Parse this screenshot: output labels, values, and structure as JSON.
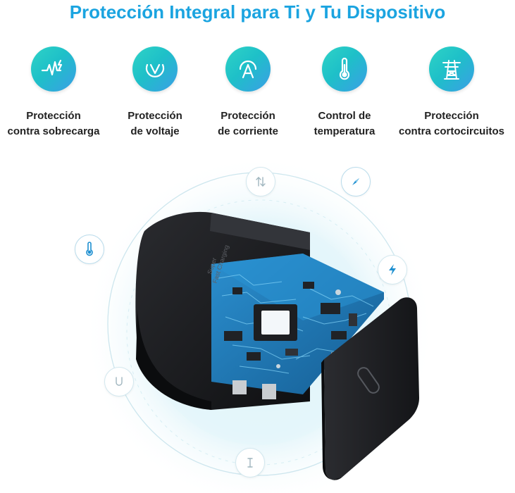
{
  "header": {
    "title": "Protección Integral para Ti y Tu Dispositivo"
  },
  "features": [
    {
      "line1": "Protección",
      "line2": "contra sobrecarga",
      "icon": "pulse-icon"
    },
    {
      "line1": "Protección",
      "line2": "de voltaje",
      "icon": "voltage-icon"
    },
    {
      "line1": "Protección",
      "line2": "de corriente",
      "icon": "current-icon"
    },
    {
      "line1": "Control de",
      "line2": "temperatura",
      "icon": "thermometer-icon"
    },
    {
      "line1": "Protección",
      "line2": "contra cortocircuitos",
      "icon": "power-tower-icon"
    }
  ],
  "charger": {
    "brand_text_line1": "Super",
    "brand_text_line2": "Fast Charging"
  },
  "colors": {
    "accent": "#1ba4e0",
    "icon_gradient_start": "#2fd3c6",
    "icon_gradient_end": "#3b9ee6",
    "pcb": "#1c6fa8",
    "charger_body": "#1e1f22"
  }
}
